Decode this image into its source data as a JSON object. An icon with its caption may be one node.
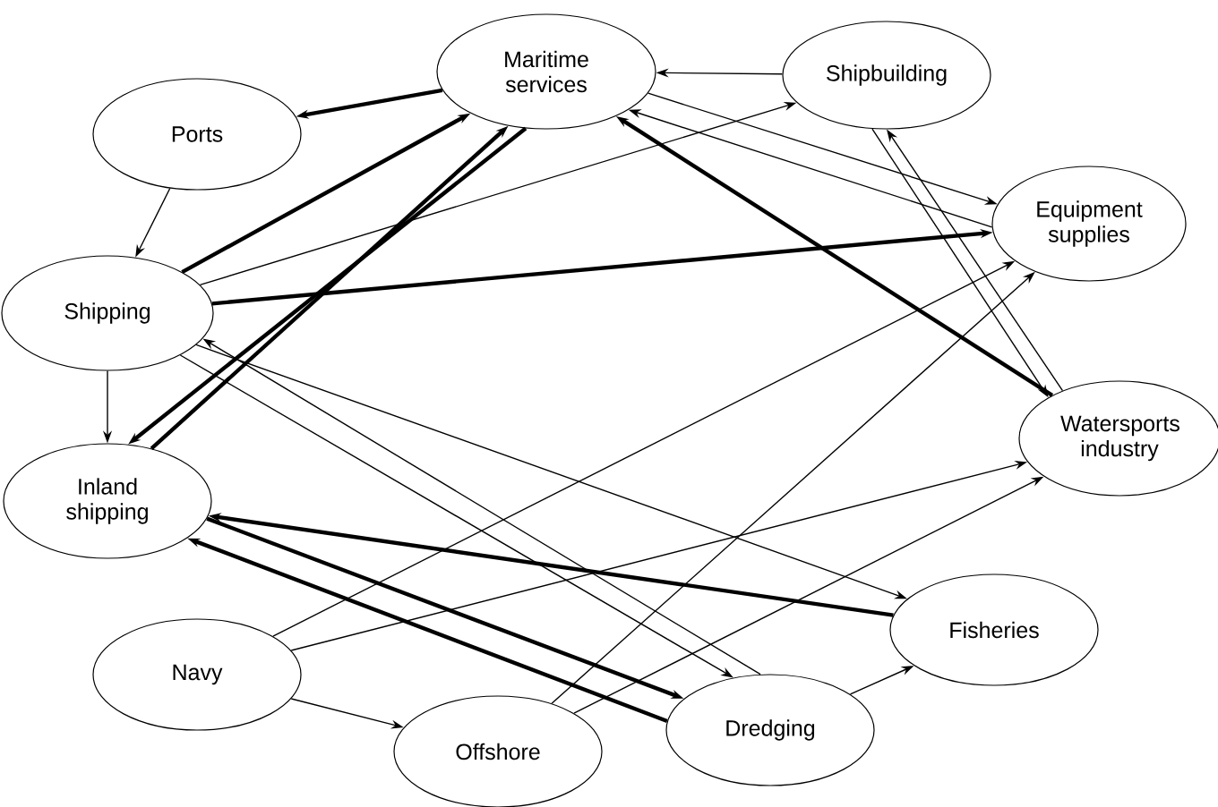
{
  "diagram": {
    "nodes": [
      {
        "text": [
          "Maritime services"
        ]
      },
      {
        "text": [
          "Shipbuilding"
        ]
      },
      {
        "text": [
          "Ports"
        ]
      },
      {
        "text": [
          "Equipment supplies"
        ]
      },
      {
        "text": [
          "Shipping"
        ]
      },
      {
        "text": [
          "Watersports industry"
        ]
      },
      {
        "text": [
          "Inland shipping"
        ]
      },
      {
        "text": [
          "Fisheries"
        ]
      },
      {
        "text": [
          "Navy"
        ]
      },
      {
        "text": [
          "Offshore"
        ]
      },
      {
        "text": [
          "Dredging"
        ]
      }
    ],
    "edges": [
      {
        "from": 0,
        "to": 2,
        "arrow": "to",
        "style": "thick"
      },
      {
        "from": 2,
        "to": 4,
        "arrow": "to"
      },
      {
        "from": 1,
        "to": 0,
        "arrow": "to"
      },
      {
        "from": 4,
        "to": 0,
        "arrow": "to",
        "style": "thick"
      },
      {
        "from": 6,
        "to": 0,
        "arrow": "to",
        "style": "thick"
      },
      {
        "from": 0,
        "to": 6,
        "arrow": "to",
        "style": "thick"
      },
      {
        "from": 4,
        "to": 1,
        "arrow": "to"
      },
      {
        "from": 0,
        "to": 3,
        "arrow": "to"
      },
      {
        "from": 3,
        "to": 0,
        "arrow": "to"
      },
      {
        "from": 4,
        "to": 3,
        "arrow": "to",
        "style": "thick"
      },
      {
        "from": 5,
        "to": 0,
        "arrow": "to",
        "style": "thick"
      },
      {
        "from": 1,
        "to": 5,
        "arrow": "to"
      },
      {
        "from": 5,
        "to": 1,
        "arrow": "to"
      },
      {
        "from": 4,
        "to": 6,
        "arrow": "to"
      },
      {
        "from": 4,
        "to": 7,
        "arrow": "to"
      },
      {
        "from": 4,
        "to": 10,
        "arrow": "to"
      },
      {
        "from": 10,
        "to": 4,
        "arrow": "to"
      },
      {
        "from": 7,
        "to": 6,
        "arrow": "to",
        "style": "thick"
      },
      {
        "from": 6,
        "to": 10,
        "arrow": "to",
        "style": "thick"
      },
      {
        "from": 10,
        "to": 6,
        "arrow": "to",
        "style": "thick"
      },
      {
        "from": 8,
        "to": 3,
        "arrow": "to"
      },
      {
        "from": 9,
        "to": 3,
        "arrow": "to"
      },
      {
        "from": 8,
        "to": 5,
        "arrow": "to"
      },
      {
        "from": 9,
        "to": 5,
        "arrow": "to"
      },
      {
        "from": 8,
        "to": 9,
        "arrow": "to"
      },
      {
        "from": 10,
        "to": 7,
        "arrow": "to"
      }
    ]
  }
}
